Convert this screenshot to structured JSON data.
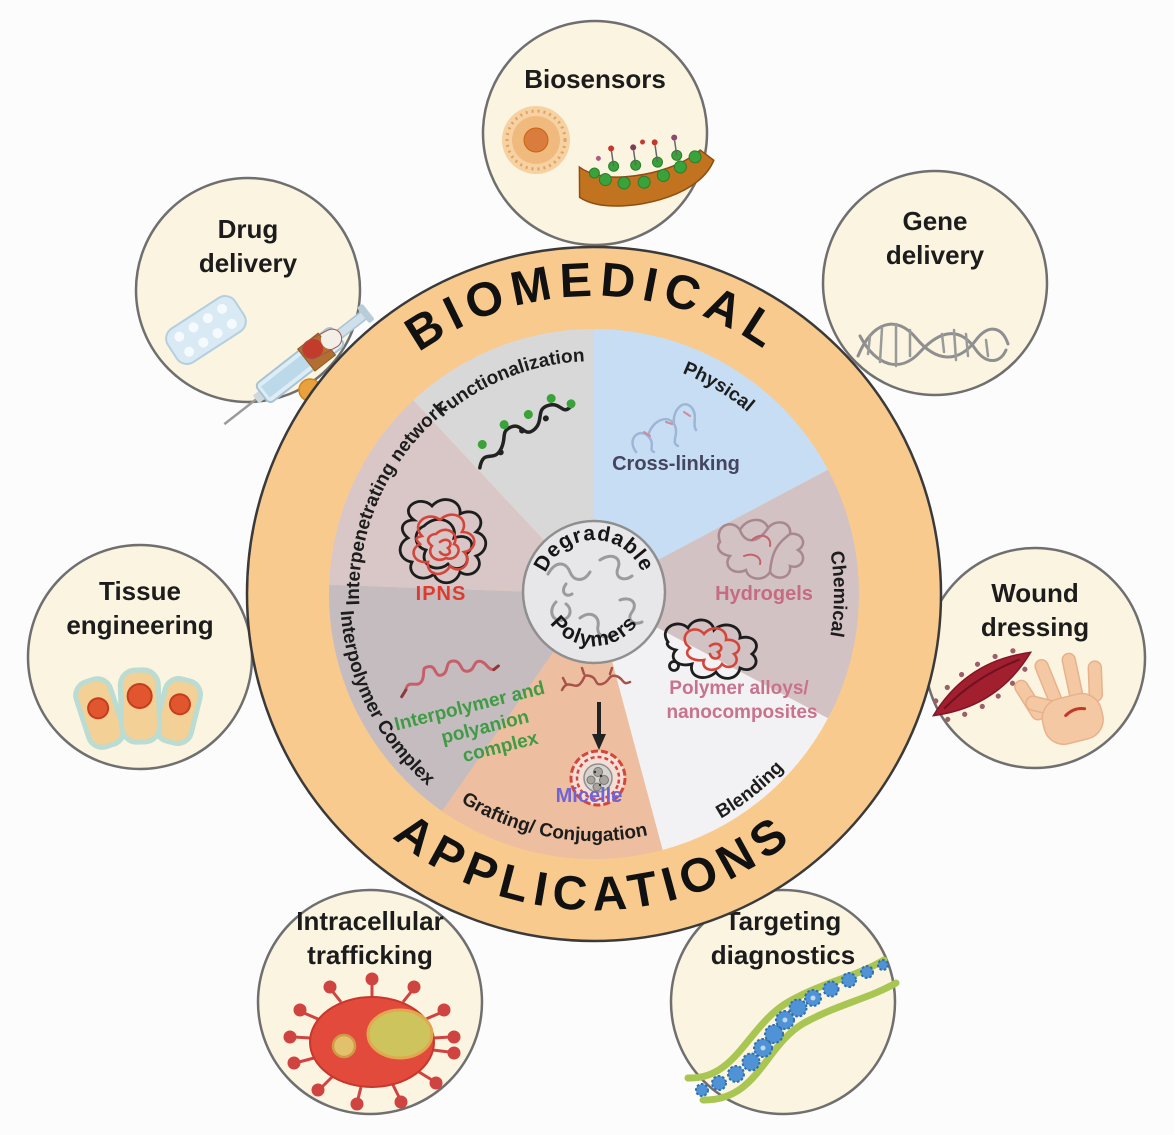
{
  "figure": {
    "ring_top_label": "BIOMEDICAL",
    "ring_bottom_label": "APPLICATIONS",
    "center": {
      "line1": "Degradable",
      "line2": "Polymers"
    }
  },
  "colors": {
    "background": "#fcfcfc",
    "ring": "#f8ca8e",
    "ring_border": "#3a3a3a",
    "satellite_fill": "#fbf4e0",
    "satellite_border": "#6f6f6f",
    "center_fill": "#e7e7e9"
  },
  "wedges": [
    {
      "name": "physical",
      "rim_label": "Physical",
      "inner_lines": [
        "Cross-linking"
      ],
      "fill": "#c6ddf4",
      "inner_color": "#44455f"
    },
    {
      "name": "chemical",
      "rim_label": "Chemical",
      "inner_lines": [
        "Hydrogels"
      ],
      "fill": "#d2c2c4",
      "inner_color": "#c66b80"
    },
    {
      "name": "blending",
      "rim_label": "Blending",
      "inner_lines": [
        "Polymer alloys/",
        "nanocomposites"
      ],
      "fill": "#f2f1f3",
      "inner_color": "#c9728c"
    },
    {
      "name": "grafting-conjugation",
      "rim_label": "Grafting/ Conjugation",
      "inner_lines": [
        "Micelle"
      ],
      "fill": "#edbfa0",
      "inner_color": "#6f63d8"
    },
    {
      "name": "interpolymer-complex",
      "rim_label": "Interpolymer Complex",
      "inner_lines": [
        "Interpolymer and",
        "polyanion",
        "complex"
      ],
      "fill": "#c5bcbf",
      "inner_color": "#3f9b44"
    },
    {
      "name": "interpenetrating-network",
      "rim_label": "Interpenetrating network",
      "inner_lines": [
        "IPNS"
      ],
      "fill": "#d9c7c7",
      "inner_color": "#e03a2e"
    },
    {
      "name": "functionalization",
      "rim_label": "Functionalization",
      "inner_lines": [],
      "fill": "#d9d8d8",
      "inner_color": "#1d1d1d"
    }
  ],
  "satellites": [
    {
      "name": "biosensors",
      "lines": [
        "Biosensors"
      ]
    },
    {
      "name": "gene-delivery",
      "lines": [
        "Gene",
        "delivery"
      ]
    },
    {
      "name": "wound-dressing",
      "lines": [
        "Wound",
        "dressing"
      ]
    },
    {
      "name": "targeting-diagnostics",
      "lines": [
        "Targeting",
        "diagnostics"
      ]
    },
    {
      "name": "intracellular-trafficking",
      "lines": [
        "Intracellular",
        "trafficking"
      ]
    },
    {
      "name": "tissue-engineering",
      "lines": [
        "Tissue",
        "engineering"
      ]
    },
    {
      "name": "drug-delivery",
      "lines": [
        "Drug",
        "delivery"
      ]
    }
  ]
}
